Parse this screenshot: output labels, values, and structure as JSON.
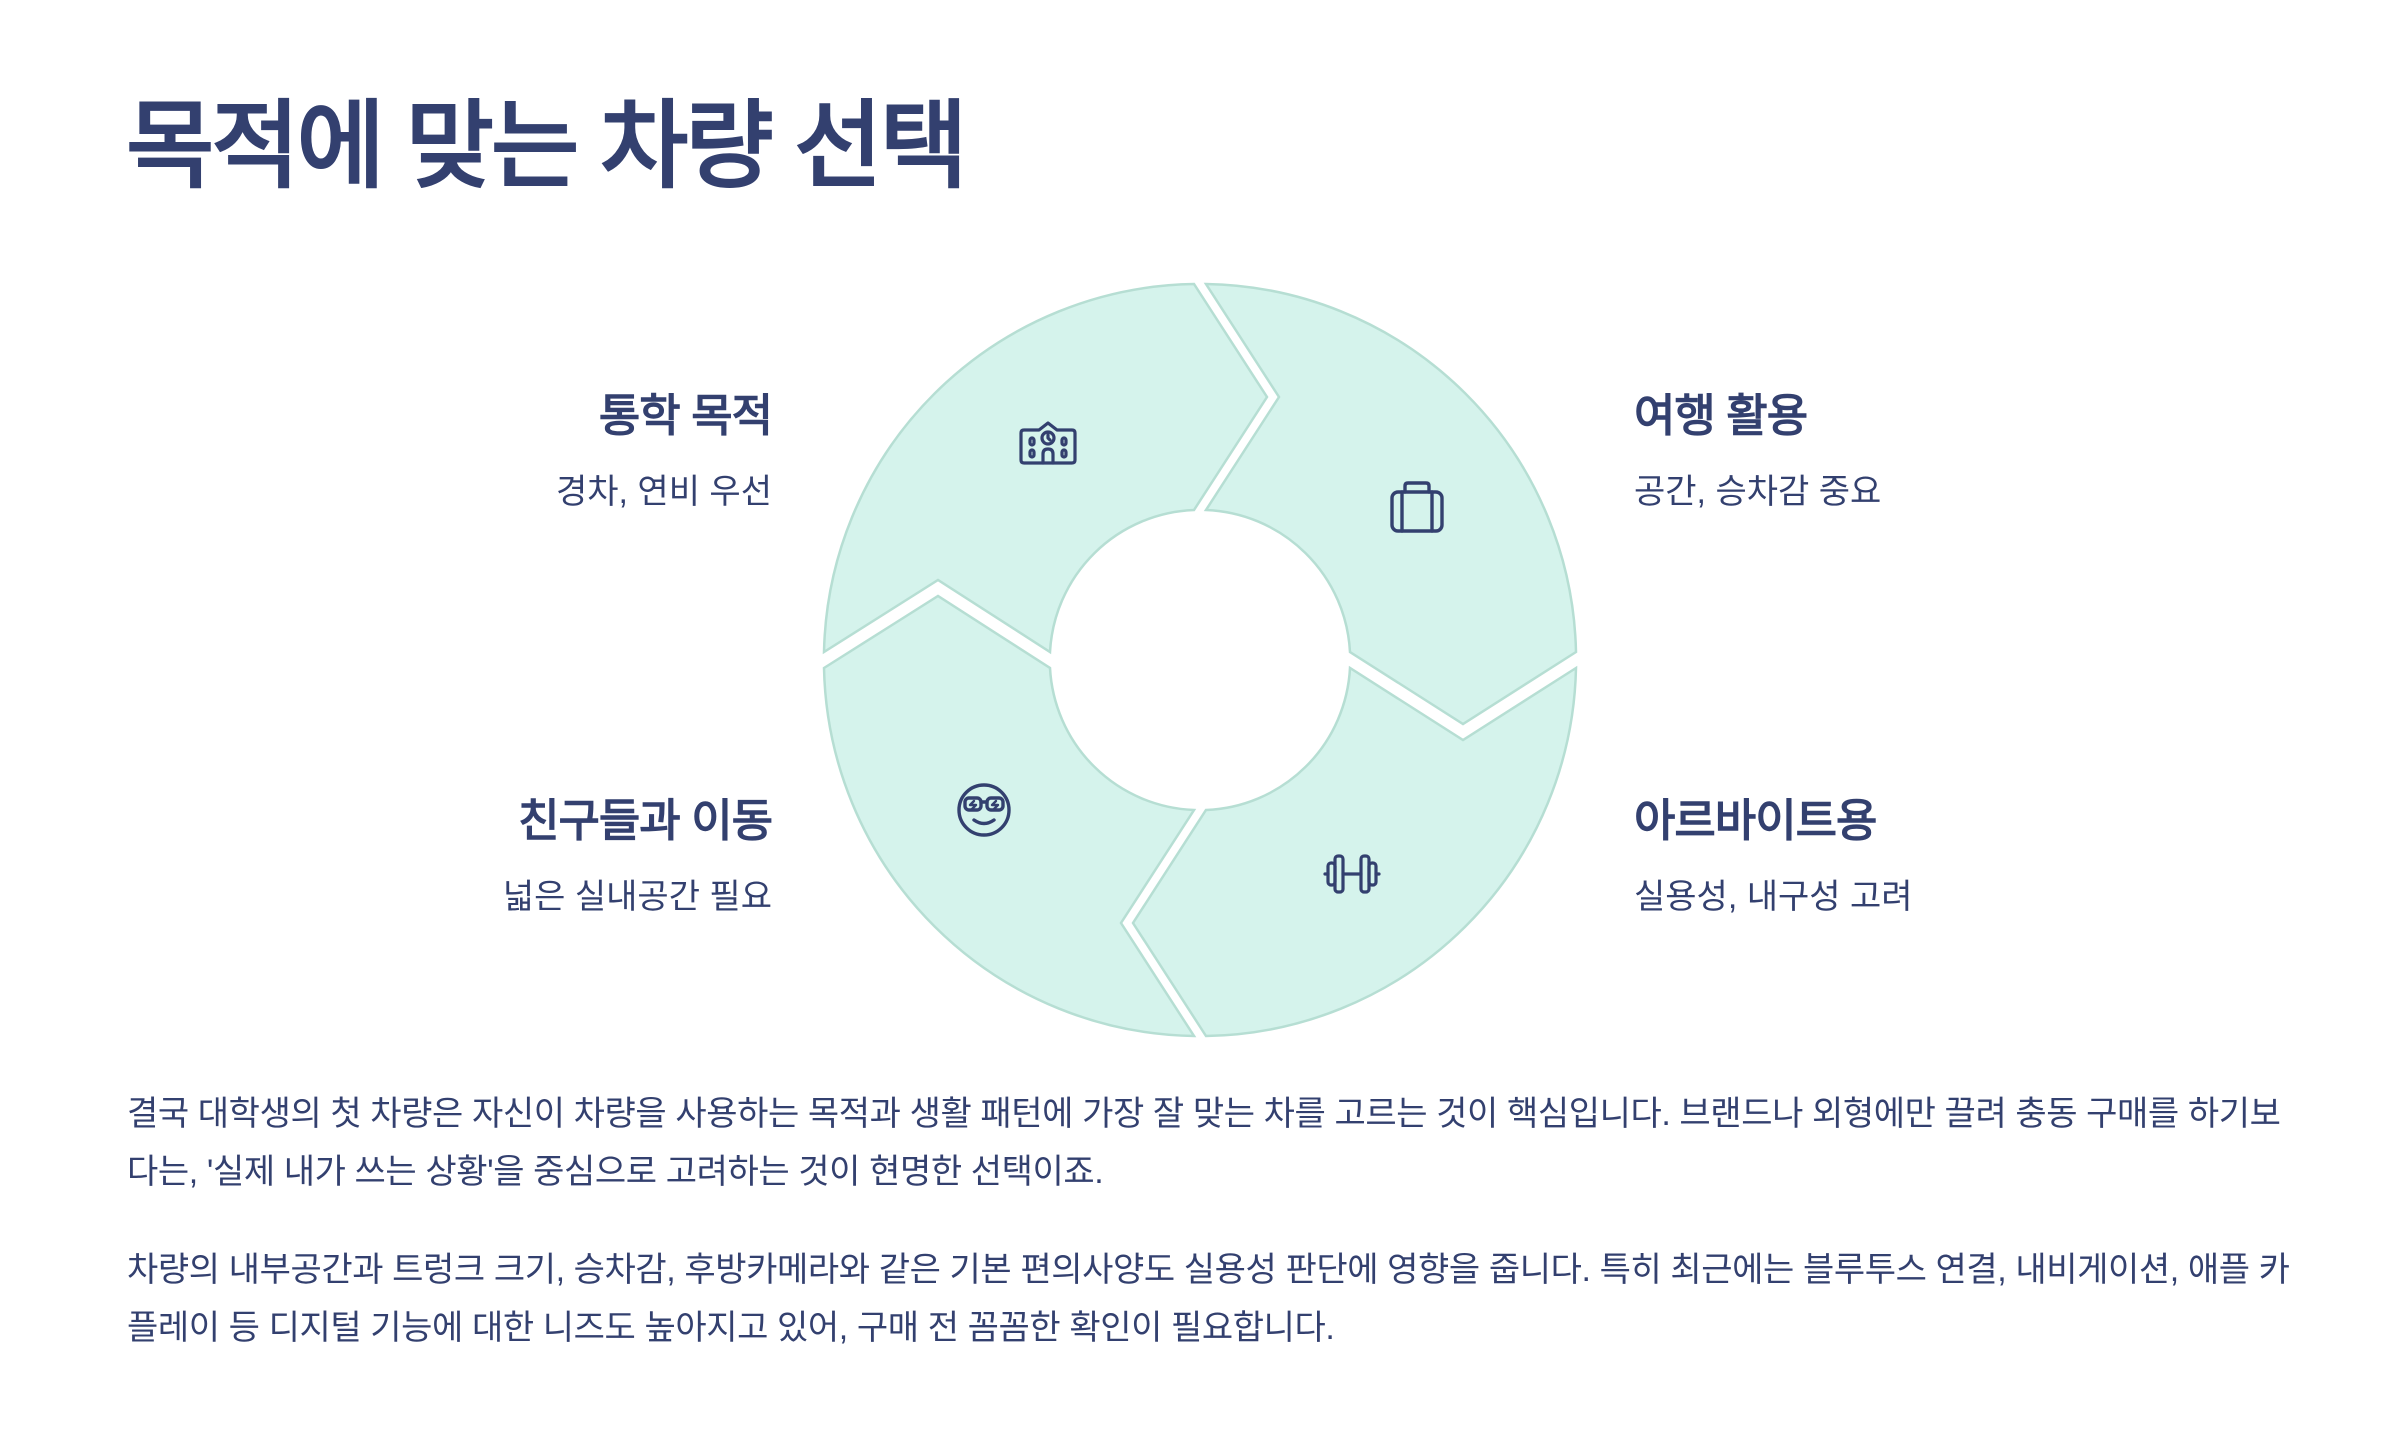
{
  "page": {
    "title": "목적에 맞는 차량 선택"
  },
  "colors": {
    "text": "#33406f",
    "segment_fill": "#d5f3ec",
    "segment_stroke": "#b6ded3",
    "background": "#ffffff"
  },
  "cycle": {
    "segments": [
      {
        "id": "commute",
        "title": "통학 목적",
        "subtitle": "경차, 연비 우선",
        "icon": "school-icon",
        "position": "top-left"
      },
      {
        "id": "travel",
        "title": "여행 활용",
        "subtitle": "공간, 승차감 중요",
        "icon": "suitcase-icon",
        "position": "top-right"
      },
      {
        "id": "parttime",
        "title": "아르바이트용",
        "subtitle": "실용성, 내구성 고려",
        "icon": "dumbbell-icon",
        "position": "bottom-right"
      },
      {
        "id": "friends",
        "title": "친구들과 이동",
        "subtitle": "넓은 실내공간 필요",
        "icon": "cool-face-icon",
        "position": "bottom-left"
      }
    ]
  },
  "body": {
    "paragraphs": [
      "결국 대학생의 첫 차량은 자신이 차량을 사용하는 목적과 생활 패턴에 가장 잘 맞는 차를 고르는 것이 핵심입니다. 브랜드나 외형에만 끌려 충동 구매를 하기보다는, '실제 내가 쓰는 상황'을 중심으로 고려하는 것이 현명한 선택이죠.",
      "차량의 내부공간과 트렁크 크기, 승차감, 후방카메라와 같은 기본 편의사양도 실용성 판단에 영향을 줍니다. 특히 최근에는 블루투스 연결, 내비게이션, 애플 카플레이 등 디지털 기능에 대한 니즈도 높아지고 있어, 구매 전 꼼꼼한 확인이 필요합니다."
    ]
  }
}
